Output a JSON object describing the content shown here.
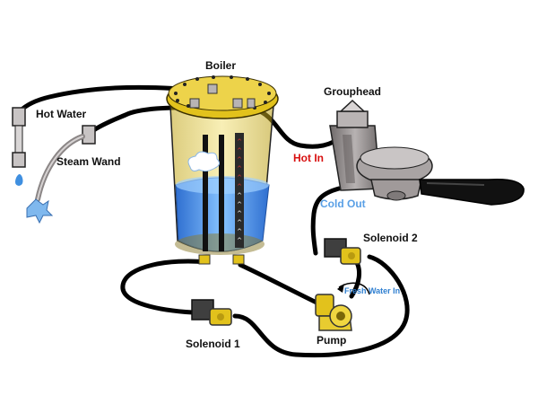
{
  "labels": {
    "boiler": "Boiler",
    "grouphead": "Grouphead",
    "hot_water": "Hot Water",
    "steam_wand": "Steam Wand",
    "hot_in": "Hot In",
    "cold_out": "Cold Out",
    "solenoid_2": "Solenoid 2",
    "fresh_water_in": "Fresh Water In",
    "solenoid_1": "Solenoid 1",
    "pump": "Pump"
  },
  "colors": {
    "hot_in": "#d81010",
    "cold_out": "#5aa0e6",
    "fresh_water_in": "#2f7fd0",
    "brass": "#e2c21c",
    "water": "#5aa6f0",
    "metal": "#8f8a8a",
    "hose": "#000000"
  },
  "icons": {
    "boiler": "boiler-tank-icon",
    "grouphead": "grouphead-icon",
    "portafilter": "portafilter-icon",
    "hot_water_tap": "hot-water-tap-icon",
    "steam_wand": "steam-wand-icon",
    "solenoid_1": "solenoid-valve-icon",
    "solenoid_2": "solenoid-valve-icon",
    "pump": "pump-icon"
  }
}
